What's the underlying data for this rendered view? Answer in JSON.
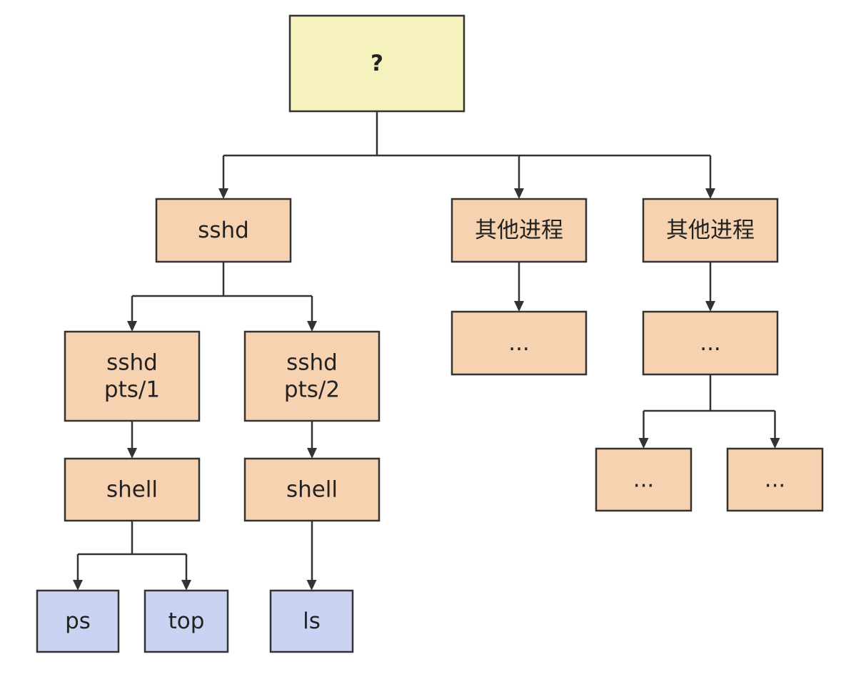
{
  "colors": {
    "root_fill": "#f5f2be",
    "process_fill": "#f7d2b0",
    "command_fill": "#cbd3f3",
    "stroke": "#333333",
    "question_mark": "#2f3e8f"
  },
  "nodes": {
    "root": {
      "lines": [
        "?"
      ]
    },
    "sshd": {
      "lines": [
        "sshd"
      ]
    },
    "other1": {
      "lines": [
        "其他进程"
      ]
    },
    "other2": {
      "lines": [
        "其他进程"
      ]
    },
    "sshd_pts1": {
      "lines": [
        "sshd",
        "pts/1"
      ]
    },
    "sshd_pts2": {
      "lines": [
        "sshd",
        "pts/2"
      ]
    },
    "other1_child": {
      "lines": [
        "..."
      ]
    },
    "other2_child": {
      "lines": [
        "..."
      ]
    },
    "shell1": {
      "lines": [
        "shell"
      ]
    },
    "shell2": {
      "lines": [
        "shell"
      ]
    },
    "other2_gc1": {
      "lines": [
        "..."
      ]
    },
    "other2_gc2": {
      "lines": [
        "..."
      ]
    },
    "ps": {
      "lines": [
        "ps"
      ]
    },
    "top": {
      "lines": [
        "top"
      ]
    },
    "ls": {
      "lines": [
        "ls"
      ]
    }
  }
}
